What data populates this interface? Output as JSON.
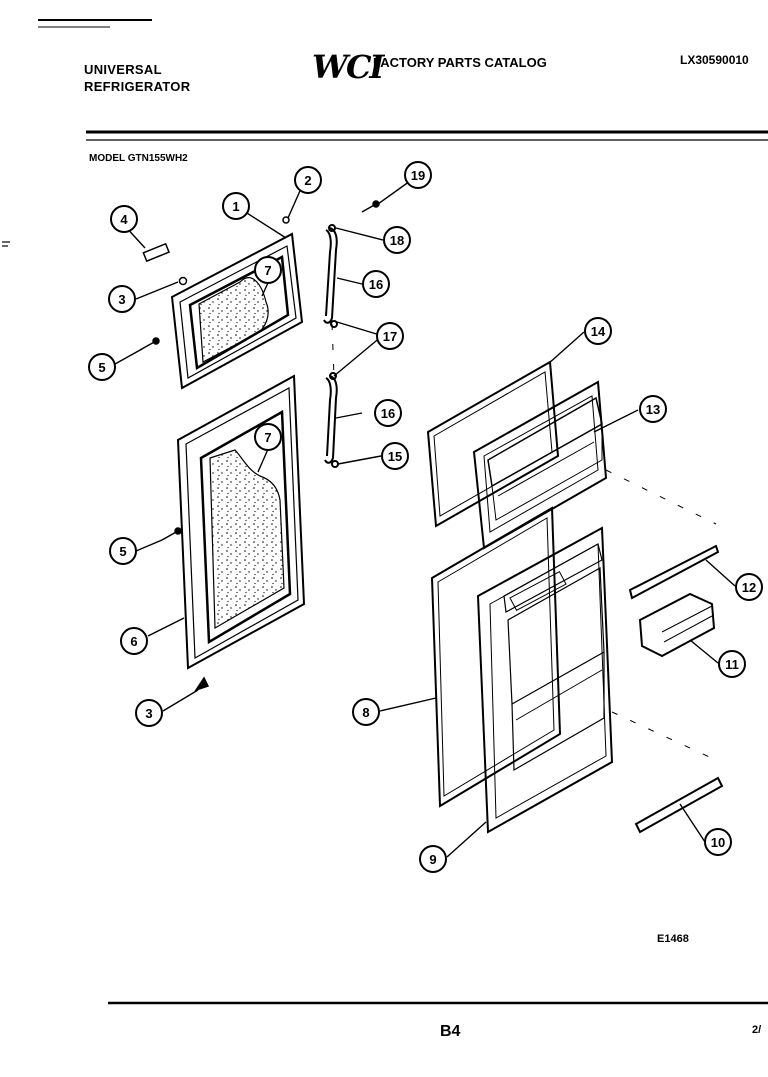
{
  "header": {
    "brand_line1": "UNIVERSAL",
    "brand_line2": "REFRIGERATOR",
    "logo": "WCI",
    "catalog_title": "FACTORY PARTS CATALOG",
    "catalog_id": "LX30590010"
  },
  "model_label": "MODEL GTN155WH2",
  "reference_code": "E1468",
  "page_id": "B4",
  "sheet_mark": "2/",
  "callouts": [
    {
      "id": "c1",
      "label": "1"
    },
    {
      "id": "c2",
      "label": "2"
    },
    {
      "id": "c3a",
      "label": "3"
    },
    {
      "id": "c3b",
      "label": "3"
    },
    {
      "id": "c4",
      "label": "4"
    },
    {
      "id": "c5a",
      "label": "5"
    },
    {
      "id": "c5b",
      "label": "5"
    },
    {
      "id": "c6",
      "label": "6"
    },
    {
      "id": "c7a",
      "label": "7"
    },
    {
      "id": "c7b",
      "label": "7"
    },
    {
      "id": "c8",
      "label": "8"
    },
    {
      "id": "c9",
      "label": "9"
    },
    {
      "id": "c10",
      "label": "10"
    },
    {
      "id": "c11",
      "label": "11"
    },
    {
      "id": "c12",
      "label": "12"
    },
    {
      "id": "c13",
      "label": "13"
    },
    {
      "id": "c14",
      "label": "14"
    },
    {
      "id": "c15",
      "label": "15"
    },
    {
      "id": "c16a",
      "label": "16"
    },
    {
      "id": "c16b",
      "label": "16"
    },
    {
      "id": "c17",
      "label": "17"
    },
    {
      "id": "c18",
      "label": "18"
    },
    {
      "id": "c19",
      "label": "19"
    }
  ]
}
